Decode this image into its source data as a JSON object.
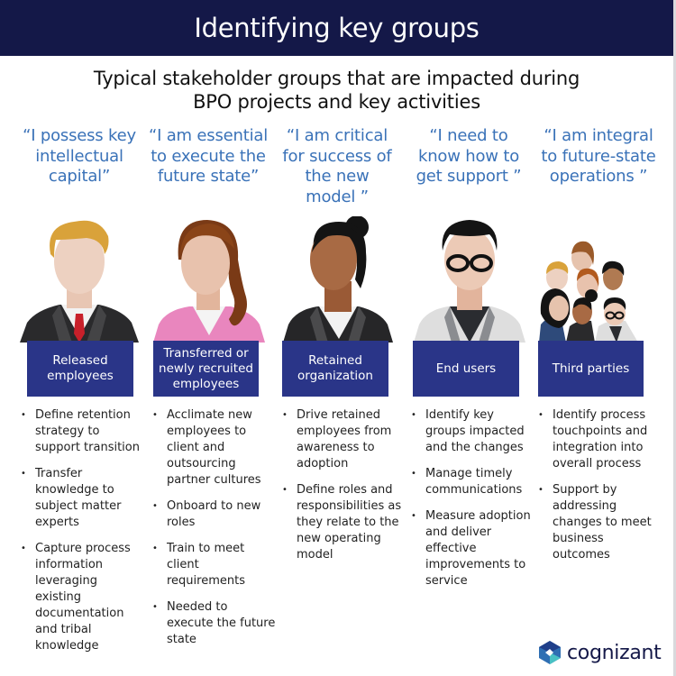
{
  "header": {
    "title": "Identifying key groups"
  },
  "subtitle": {
    "line1": "Typical stakeholder groups that are impacted during",
    "line2": "BPO projects and key activities"
  },
  "colors": {
    "header_bg": "#141848",
    "quote_text": "#3a72b8",
    "label_bg": "#2a3588"
  },
  "groups": [
    {
      "quote": "“I possess key intellectual capital”",
      "label": "Released employees",
      "avatar_icon": "businessman-avatar-icon",
      "bullets": [
        "Define retention strategy to support transition",
        "Transfer knowledge to subject matter experts",
        "Capture process information leveraging existing documentation and tribal knowledge"
      ]
    },
    {
      "quote": "“I am essential to execute the future state”",
      "label": "Transferred or newly recruited employees",
      "avatar_icon": "woman-pink-jacket-avatar-icon",
      "bullets": [
        "Acclimate new employees to client and outsourcing partner cultures",
        "Onboard to new roles",
        "Train to meet client requirements",
        "Needed to execute the future state"
      ]
    },
    {
      "quote": "“I am critical for success of the new model ”",
      "label": "Retained organization",
      "avatar_icon": "woman-bun-avatar-icon",
      "bullets": [
        "Drive retained employees from awareness to adoption",
        "Define roles and responsibilities as they relate to the new operating model"
      ]
    },
    {
      "quote": "“I need to know how to get support ”",
      "label": "End users",
      "avatar_icon": "man-glasses-avatar-icon",
      "bullets": [
        "Identify key groups impacted and the changes",
        "Manage timely communications",
        "Measure adoption and deliver effective improvements to service"
      ]
    },
    {
      "quote": "“I am integral to future-state operations ”",
      "label": "Third parties",
      "avatar_icon": "group-avatar-icon",
      "bullets": [
        "Identify process touchpoints and integration into overall process",
        "Support by addressing changes to meet  business outcomes"
      ]
    }
  ],
  "logo": {
    "text": "cognizant",
    "icon": "cognizant-hexagon-logo-icon"
  }
}
